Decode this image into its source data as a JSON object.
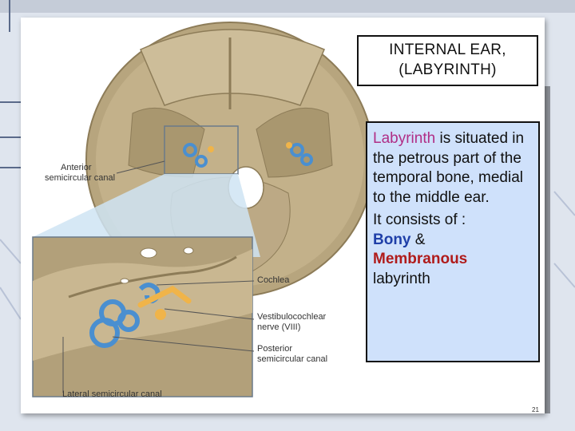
{
  "title": {
    "line1": "INTERNAL EAR,",
    "line2": "(LABYRINTH)"
  },
  "info": {
    "first_letter": "L",
    "first_rest": "abyrinth",
    "sentence1_rest": " is situated in the petrous part of the temporal bone, medial to the middle ear.",
    "sentence2_start": "It consists of : ",
    "bony": "Bony",
    "amp": " & ",
    "membranous": "Membranous",
    "sentence2_end": " labyrinth"
  },
  "labels": {
    "anterior_line1": "Anterior",
    "anterior_line2": "semicircular canal",
    "cochlea": "Cochlea",
    "vestibulo_line1": "Vestibulocochlear",
    "vestibulo_line2": "nerve (VIII)",
    "posterior_line1": "Posterior",
    "posterior_line2": "semicircular canal",
    "lateral": "Lateral semicircular canal"
  },
  "slide_number": "21",
  "colors": {
    "bone": "#b7a57e",
    "labyrinth_blue": "#4a8fd0",
    "ossicle_orange": "#f0b449",
    "info_bg": "#cfe1fb"
  }
}
